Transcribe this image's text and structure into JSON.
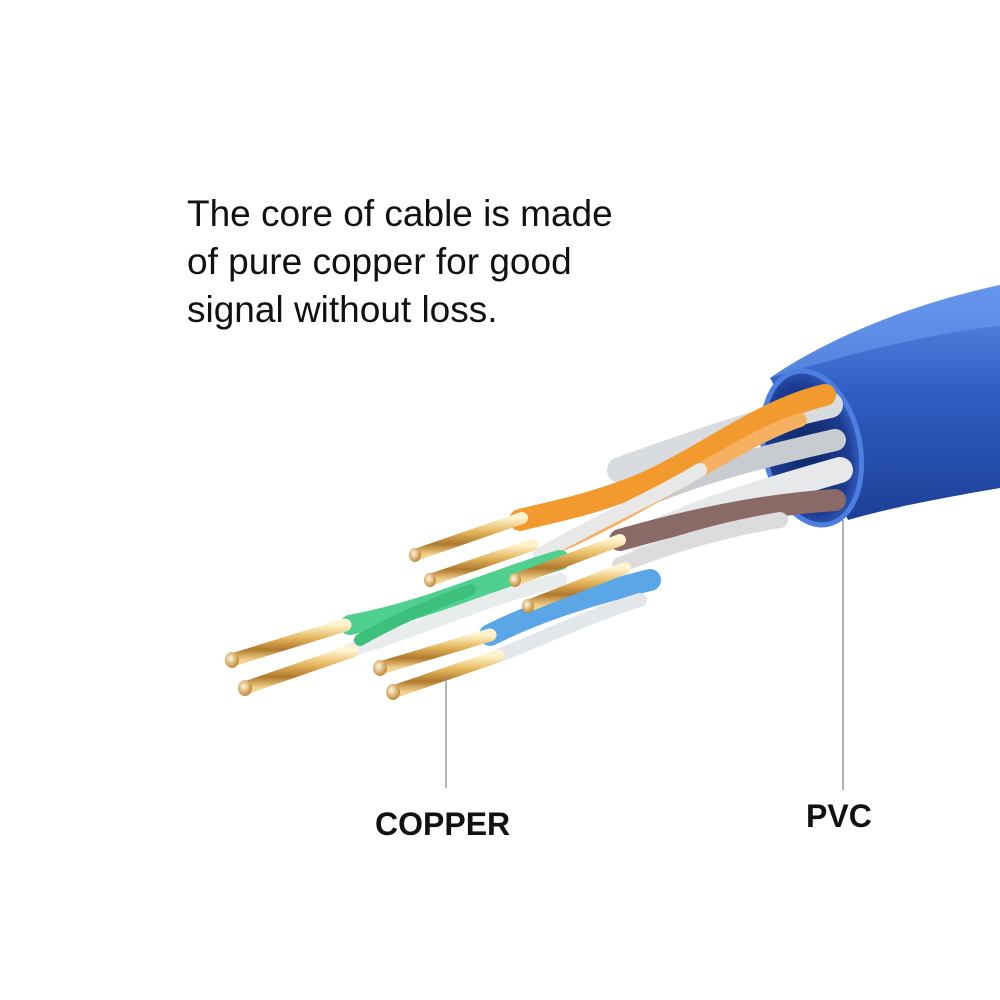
{
  "headline": {
    "lines": [
      "The core of cable is made",
      "of pure copper for good",
      "signal without loss."
    ]
  },
  "labels": {
    "copper": "COPPER",
    "pvc": "PVC"
  },
  "colors": {
    "jacket": "#2f5fc4",
    "jacket_dark": "#1d3f96",
    "orange": "#f29a2e",
    "green": "#4fd08f",
    "blue": "#5aa6e6",
    "brown": "#8a6a66",
    "white_wire": "#e4e6e8",
    "copper": "#d9a84a",
    "leader_line": "#9a9a9a"
  }
}
